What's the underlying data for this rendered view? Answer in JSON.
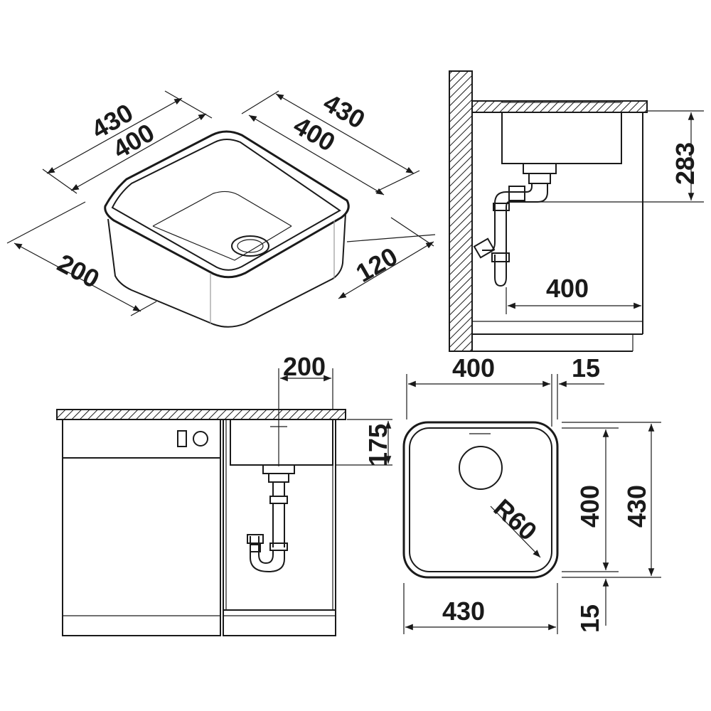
{
  "colors": {
    "ink": "#1a1a1a",
    "grey": "#9a9a9a",
    "background": "#ffffff"
  },
  "labels": {
    "iso_outer_width": "430",
    "iso_inner_width": "400",
    "iso_outer_depth": "430",
    "iso_inner_depth": "400",
    "iso_height_left": "200",
    "iso_height_right": "120",
    "side_height": "283",
    "side_drain_offset": "400",
    "front_drain_offset": "200",
    "front_bowl_depth": "175",
    "top_inner_width": "400",
    "top_rim_width": "15",
    "top_inner_height": "400",
    "top_outer_height": "430",
    "top_corner_radius": "R60",
    "top_outer_width": "430",
    "top_rim_bottom": "15"
  }
}
